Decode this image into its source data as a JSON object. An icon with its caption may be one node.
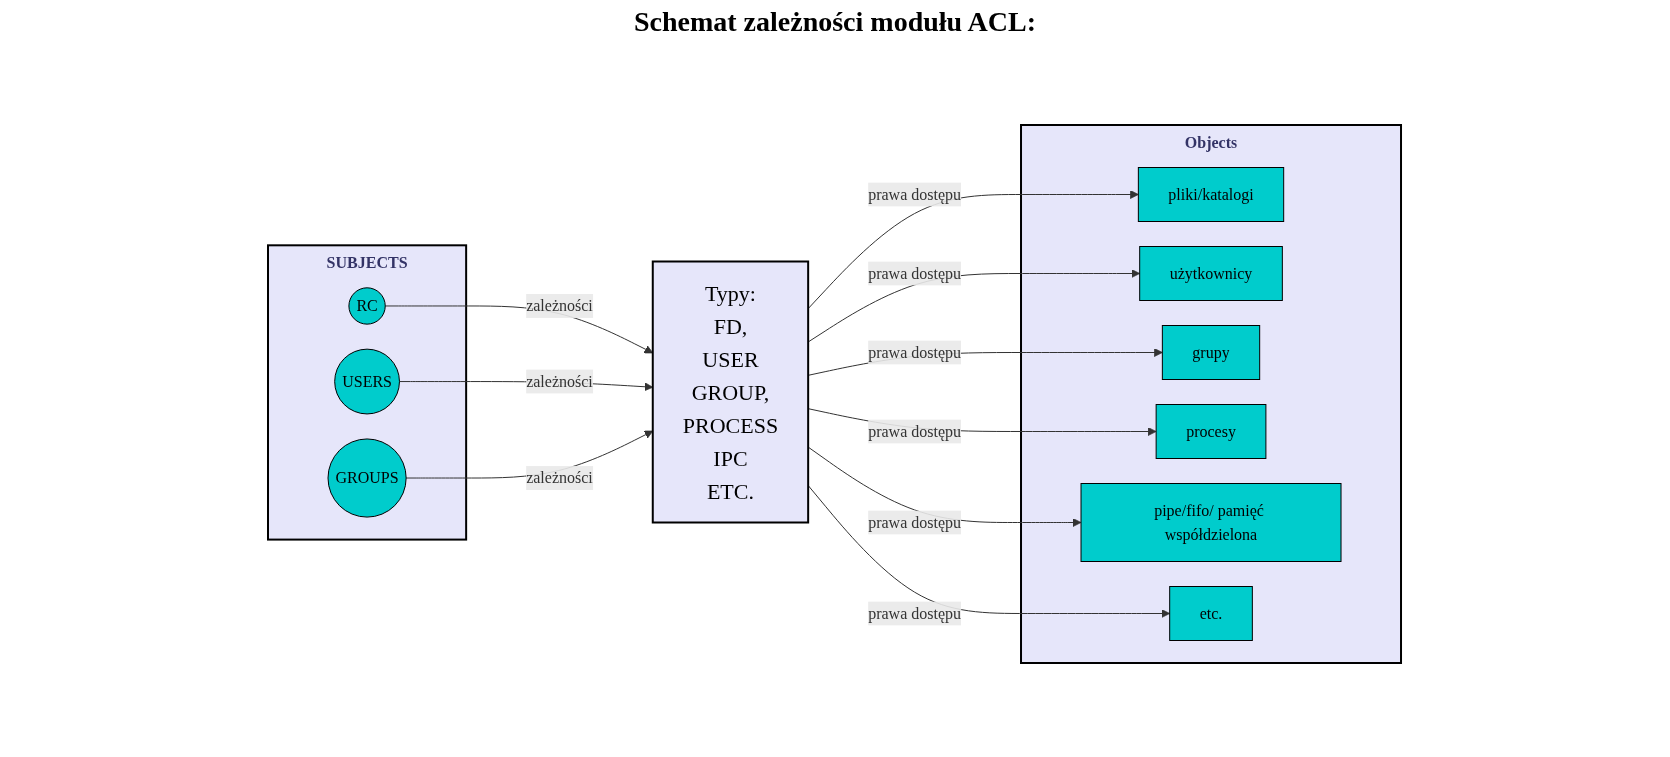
{
  "diagram": {
    "title": "Schemat zależności modułu ACL:",
    "nodes": [
      {
        "text": [
          "SUBJECTS"
        ]
      },
      {
        "text": [
          "RC"
        ],
        "in": 0
      },
      {
        "text": [
          "USERS"
        ],
        "in": 0
      },
      {
        "text": [
          "GROUPS"
        ],
        "in": 0
      },
      {
        "text": [
          "Typy:",
          "FD,",
          "USER",
          "GROUP,",
          "PROCESS",
          "IPC",
          "ETC."
        ]
      },
      {
        "text": [
          "Objects"
        ]
      },
      {
        "text": [
          "pliki/katalogi"
        ],
        "in": 5
      },
      {
        "text": [
          "użytkownicy"
        ],
        "in": 5
      },
      {
        "text": [
          "grupy"
        ],
        "in": 5
      },
      {
        "text": [
          "procesy"
        ],
        "in": 5
      },
      {
        "text": [
          "pipe/fifo/ pamięć współdzielona"
        ],
        "in": 5
      },
      {
        "text": [
          "etc."
        ],
        "in": 5
      }
    ],
    "edges": [
      {
        "from": 1,
        "to": 4,
        "arrow": "to",
        "label": "zależności"
      },
      {
        "from": 2,
        "to": 4,
        "arrow": "to",
        "label": "zależności"
      },
      {
        "from": 3,
        "to": 4,
        "arrow": "to",
        "label": "zależności"
      },
      {
        "from": 4,
        "to": 6,
        "arrow": "to",
        "label": "prawa dostępu"
      },
      {
        "from": 4,
        "to": 7,
        "arrow": "to",
        "label": "prawa dostępu"
      },
      {
        "from": 4,
        "to": 8,
        "arrow": "to",
        "label": "prawa dostępu"
      },
      {
        "from": 4,
        "to": 9,
        "arrow": "to",
        "label": "prawa dostępu"
      },
      {
        "from": 4,
        "to": 10,
        "arrow": "to",
        "label": "prawa dostępu"
      },
      {
        "from": 4,
        "to": 11,
        "arrow": "to",
        "label": "prawa dostępu"
      }
    ]
  }
}
